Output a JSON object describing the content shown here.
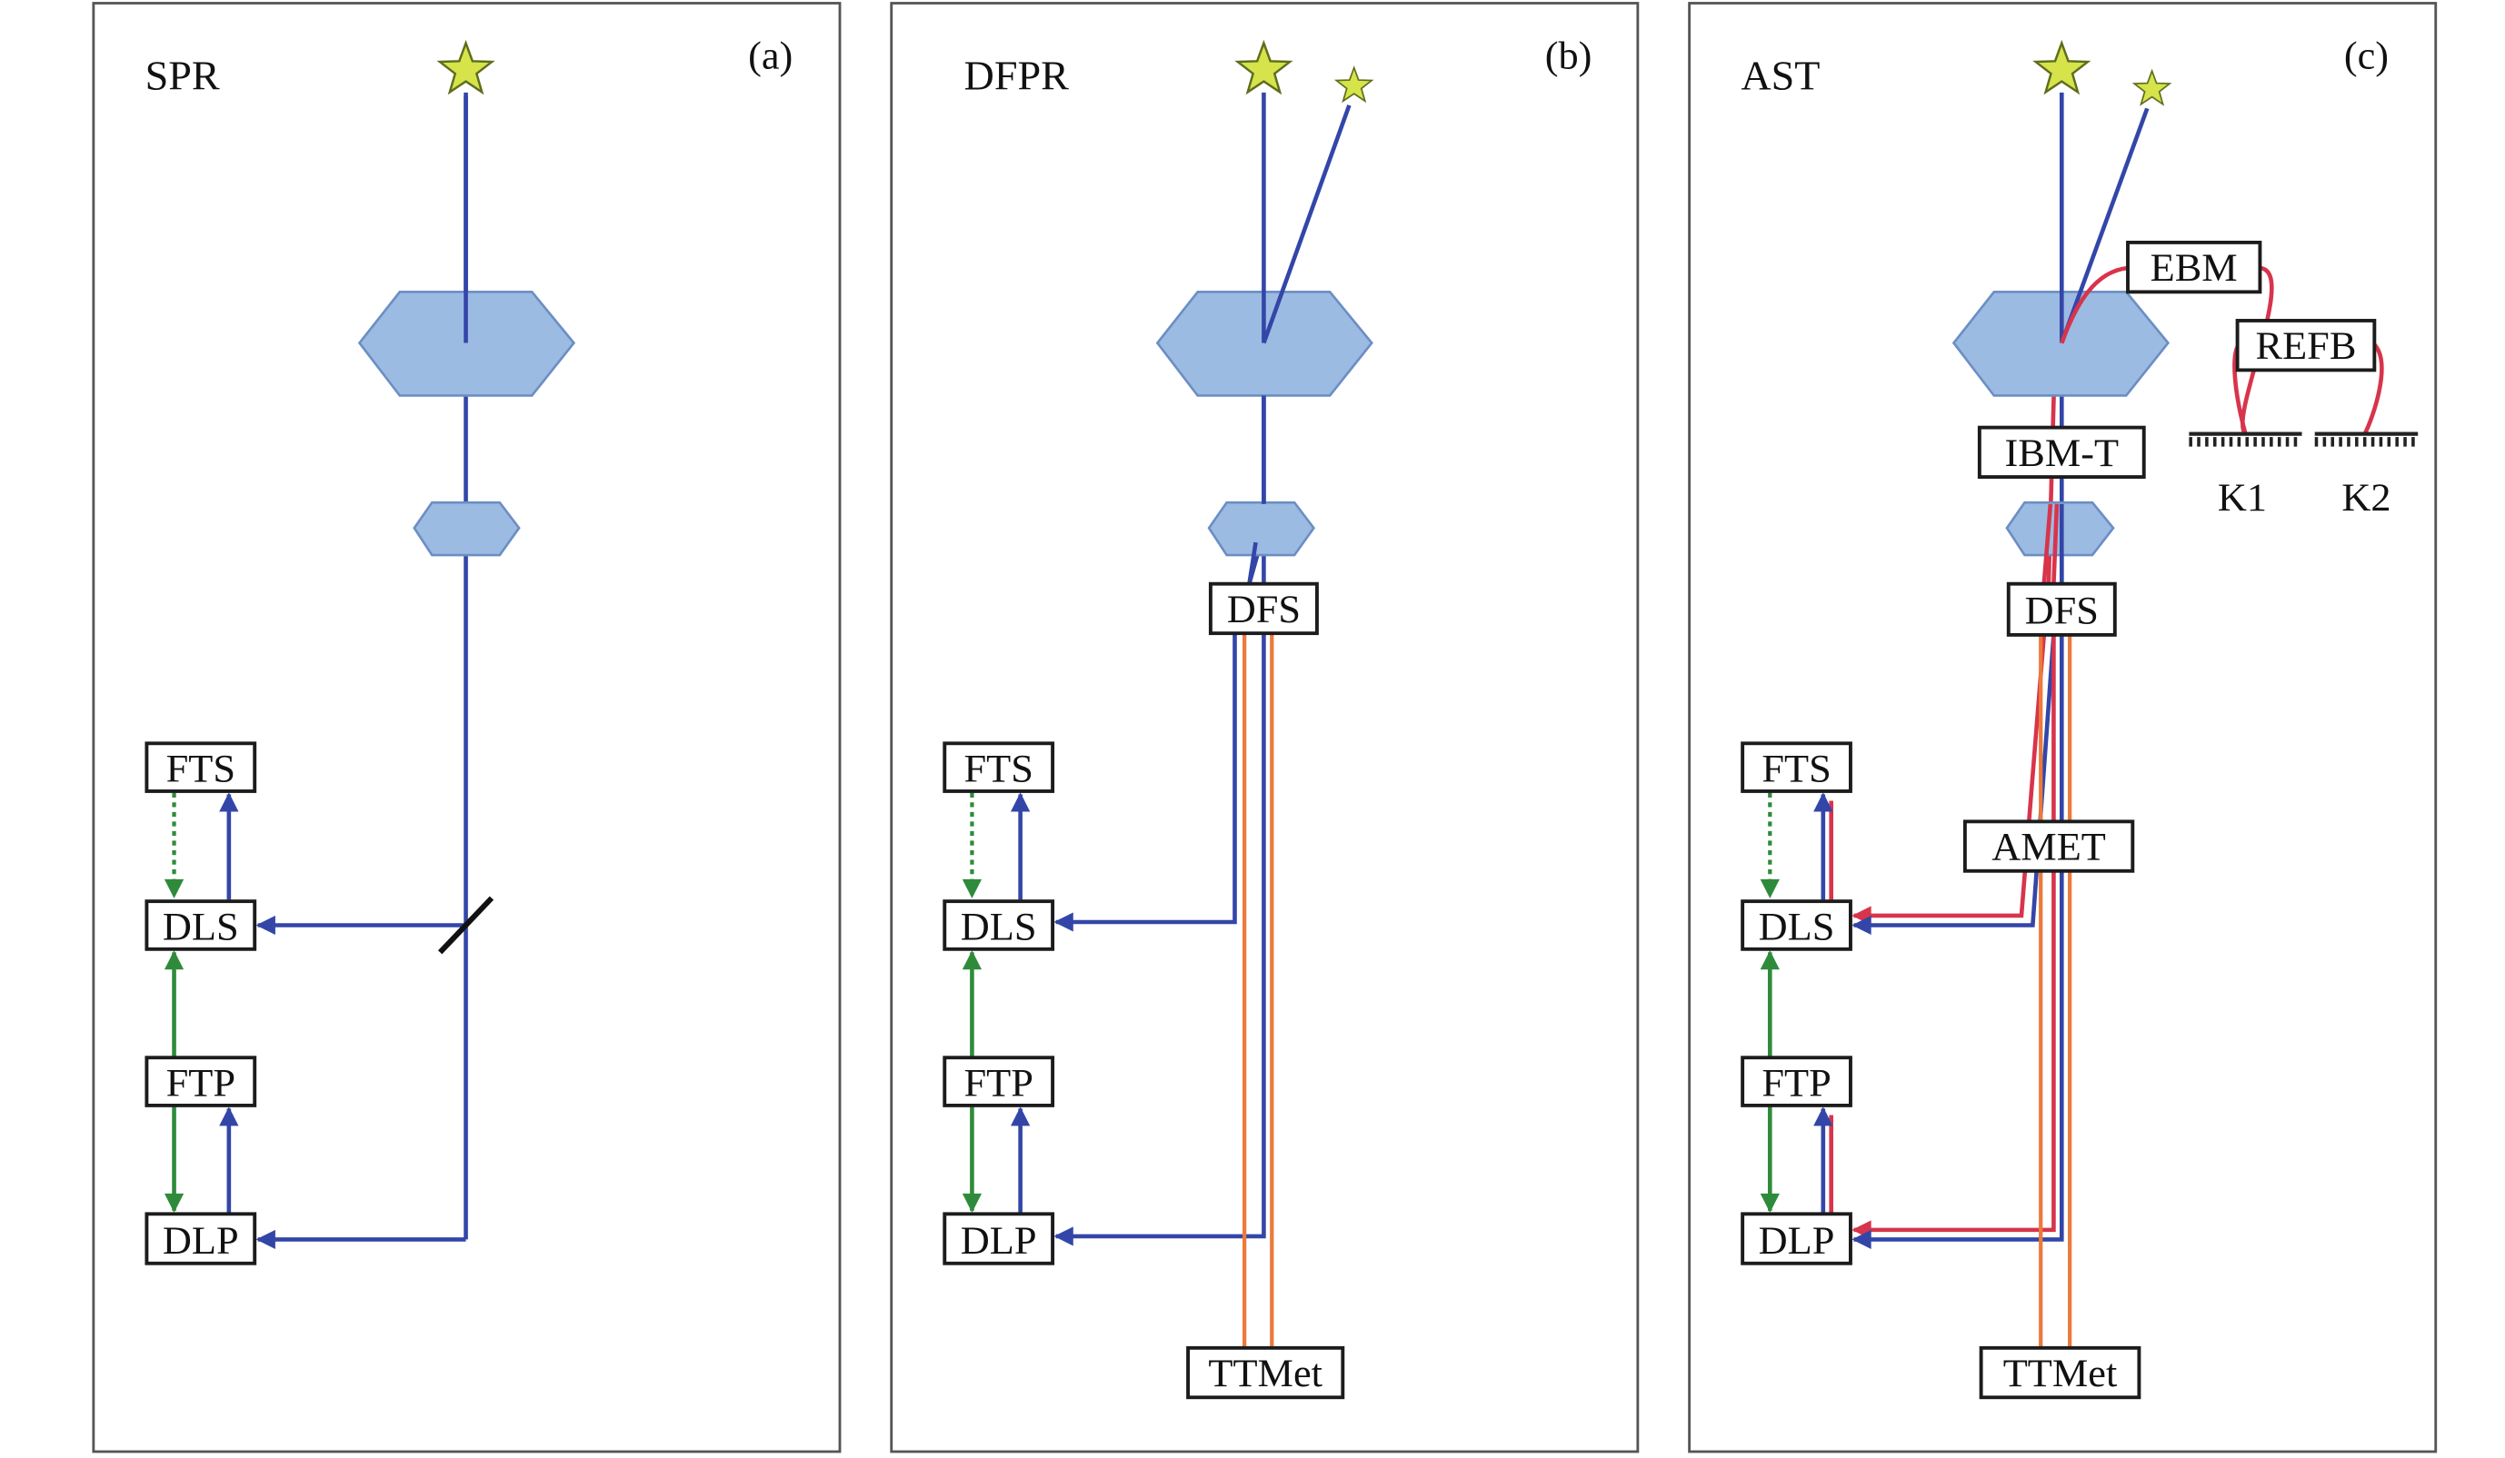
{
  "panels": [
    {
      "title": "SPR",
      "tag": "(a)",
      "boxes": {
        "fts": "FTS",
        "dls": "DLS",
        "ftp": "FTP",
        "dlp": "DLP"
      }
    },
    {
      "title": "DFPR",
      "tag": "(b)",
      "boxes": {
        "fts": "FTS",
        "dls": "DLS",
        "ftp": "FTP",
        "dlp": "DLP",
        "dfs": "DFS",
        "ttmet": "TTMet"
      }
    },
    {
      "title": "AST",
      "tag": "(c)",
      "boxes": {
        "fts": "FTS",
        "dls": "DLS",
        "ftp": "FTP",
        "dlp": "DLP",
        "dfs": "DFS",
        "ttmet": "TTMet",
        "ebm": "EBM",
        "refb": "REFB",
        "ibmt": "IBM-T",
        "amet": "AMET"
      },
      "grounds": {
        "k1": "K1",
        "k2": "K2"
      }
    }
  ],
  "colors": {
    "beam_blue": "#3346a8",
    "beam_red": "#d8344c",
    "beam_orange": "#ec7a3c",
    "control_green": "#2f8b3b",
    "hex_fill": "#9cbbe2",
    "star_fill": "#d6e34a"
  },
  "icons": {
    "star": "star-icon",
    "telescope_primary": "hexagon-large-icon",
    "telescope_secondary": "hexagon-small-icon",
    "ground": "ground-icon"
  }
}
